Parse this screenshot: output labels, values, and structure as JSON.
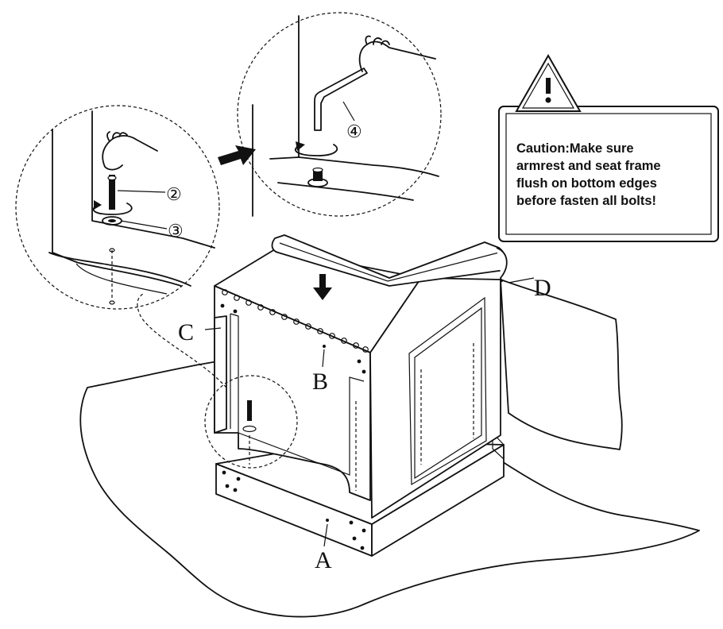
{
  "caution": {
    "lines": [
      "Caution:Make sure",
      "armrest and seat frame",
      "flush on bottom edges",
      "before fasten all bolts!"
    ]
  },
  "labels": {
    "a": "A",
    "b": "B",
    "c": "C",
    "d": "D"
  },
  "steps": {
    "bolt": "②",
    "washer": "③",
    "hex_key": "④"
  },
  "icons": [
    "warning-triangle-icon",
    "hand-icon",
    "hex-key-icon",
    "rotate-arrow-icon",
    "down-arrow-icon",
    "right-arrow-icon"
  ]
}
